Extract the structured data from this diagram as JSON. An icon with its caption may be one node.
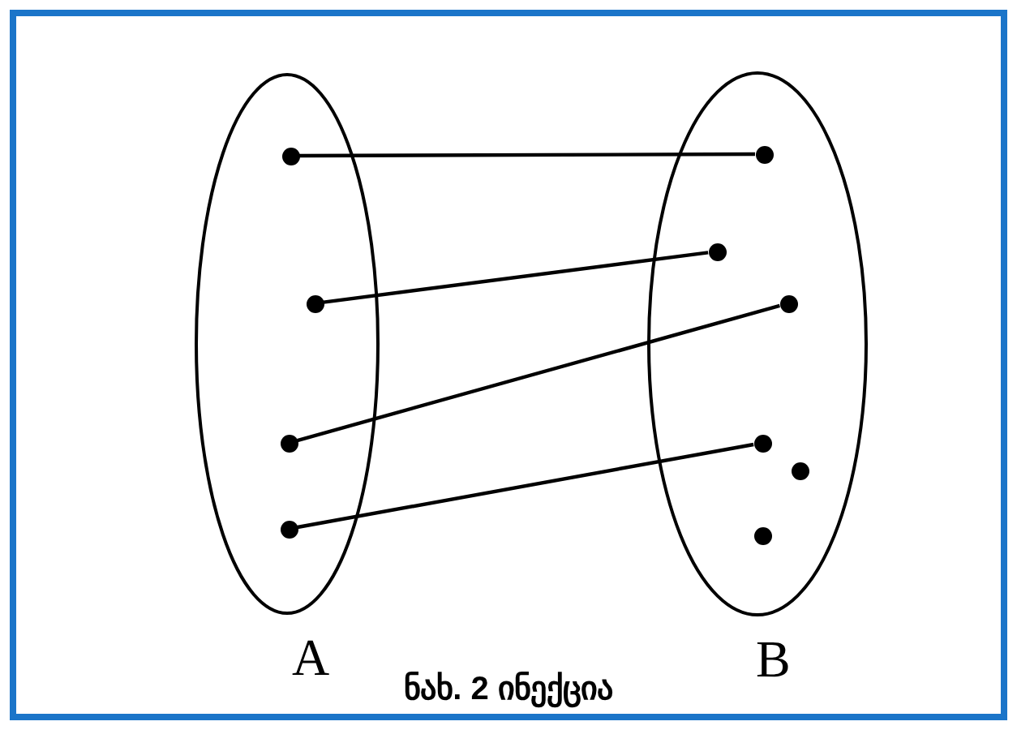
{
  "diagram": {
    "caption": "ნახ. 2 ინექცია",
    "nodes": [
      {
        "text": [
          "A"
        ]
      },
      {
        "text": [],
        "shape": "circle",
        "in": 0
      },
      {
        "text": [],
        "shape": "circle",
        "in": 0
      },
      {
        "text": [],
        "shape": "circle",
        "in": 0
      },
      {
        "text": [],
        "shape": "circle",
        "in": 0
      },
      {
        "text": [
          "B"
        ]
      },
      {
        "text": [],
        "shape": "circle",
        "in": 5
      },
      {
        "text": [],
        "shape": "circle",
        "in": 5
      },
      {
        "text": [],
        "shape": "circle",
        "in": 5
      },
      {
        "text": [],
        "shape": "circle",
        "in": 5
      },
      {
        "text": [],
        "shape": "circle",
        "in": 5
      },
      {
        "text": [],
        "shape": "circle",
        "in": 5
      }
    ],
    "edges": [
      {
        "from": 1,
        "to": 6,
        "arrow": "none"
      },
      {
        "from": 2,
        "to": 7,
        "arrow": "none"
      },
      {
        "from": 3,
        "to": 8,
        "arrow": "none"
      },
      {
        "from": 4,
        "to": 9,
        "arrow": "none"
      }
    ]
  }
}
